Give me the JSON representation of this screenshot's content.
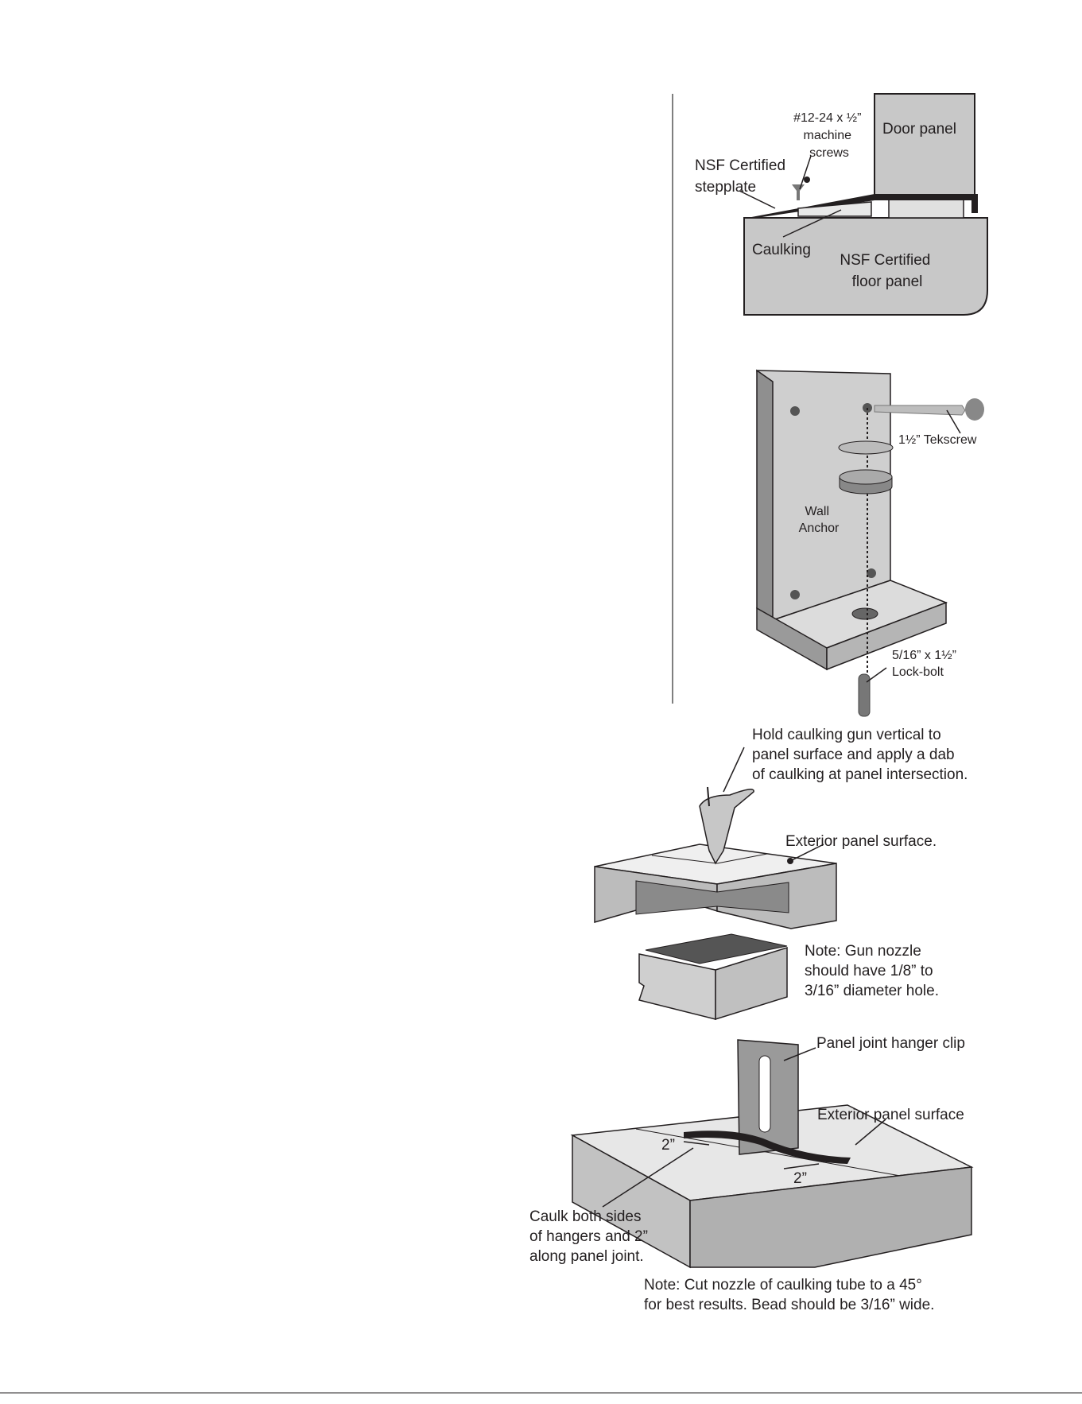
{
  "figures": {
    "stepplate": {
      "screws": [
        "#12-24 x ½”",
        "machine",
        "screws"
      ],
      "door_panel": "Door panel",
      "stepplate": [
        "NSF Certified",
        "stepplate"
      ],
      "caulking": "Caulking",
      "floor_panel": [
        "NSF Certified",
        "floor panel"
      ]
    },
    "wall_anchor": {
      "tekscrew": "1½” Tekscrew",
      "anchor": [
        "Wall",
        "Anchor"
      ],
      "lockbolt": [
        "5/16” x 1½”",
        "Lock-bolt"
      ]
    },
    "caulk_gun": {
      "instruction": [
        "Hold caulking gun vertical to",
        "panel surface and apply a dab",
        "of caulking at panel intersection."
      ],
      "exterior": "Exterior panel surface.",
      "note": [
        "Note: Gun nozzle",
        "should have 1/8” to",
        "3/16” diameter hole."
      ]
    },
    "hanger_clip": {
      "clip": "Panel joint hanger clip",
      "exterior": "Exterior panel surface",
      "dim_a": "2”",
      "dim_b": "2”",
      "caulk": [
        "Caulk both sides",
        "of hangers and 2”",
        "along panel joint."
      ],
      "note": [
        "Note: Cut nozzle of caulking tube to a 45°",
        "for best results. Bead should be 3/16” wide."
      ]
    }
  }
}
